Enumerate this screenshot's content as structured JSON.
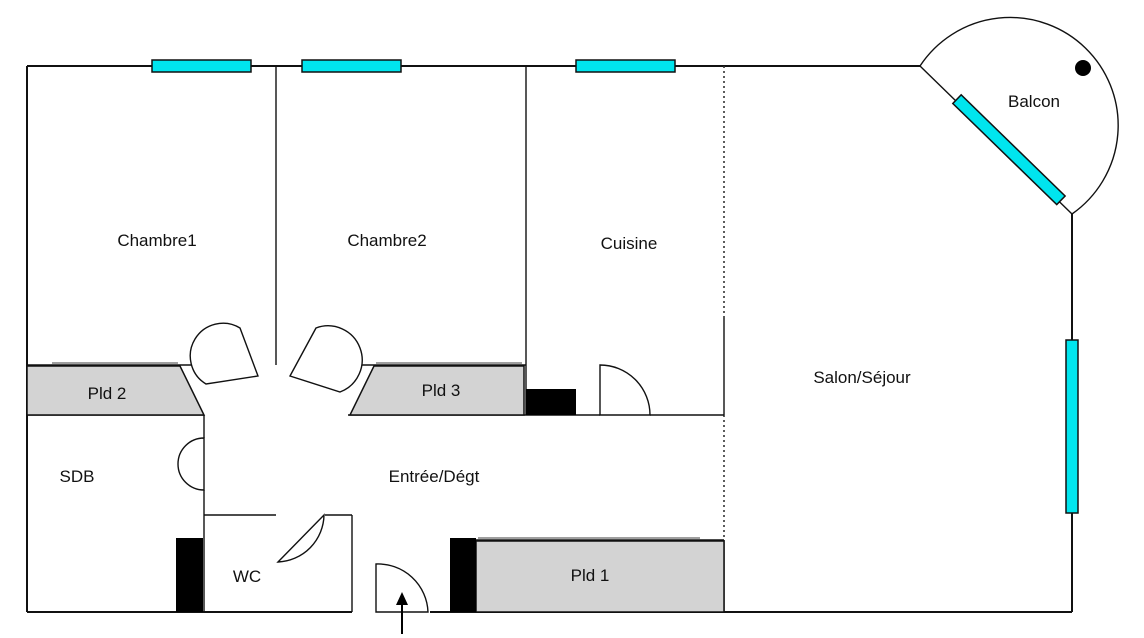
{
  "plan": {
    "rooms": {
      "chambre1": "Chambre1",
      "chambre2": "Chambre2",
      "cuisine": "Cuisine",
      "salon": "Salon/Séjour",
      "balcon": "Balcon",
      "sdb": "SDB",
      "entree": "Entrée/Dégt",
      "wc": "WC"
    },
    "closets": {
      "pld1": "Pld 1",
      "pld2": "Pld 2",
      "pld3": "Pld 3"
    }
  },
  "colors": {
    "wall": "#111111",
    "window": "#00e5ee",
    "closet": "#d3d3d3",
    "solid_block": "#000000",
    "background": "#ffffff"
  }
}
